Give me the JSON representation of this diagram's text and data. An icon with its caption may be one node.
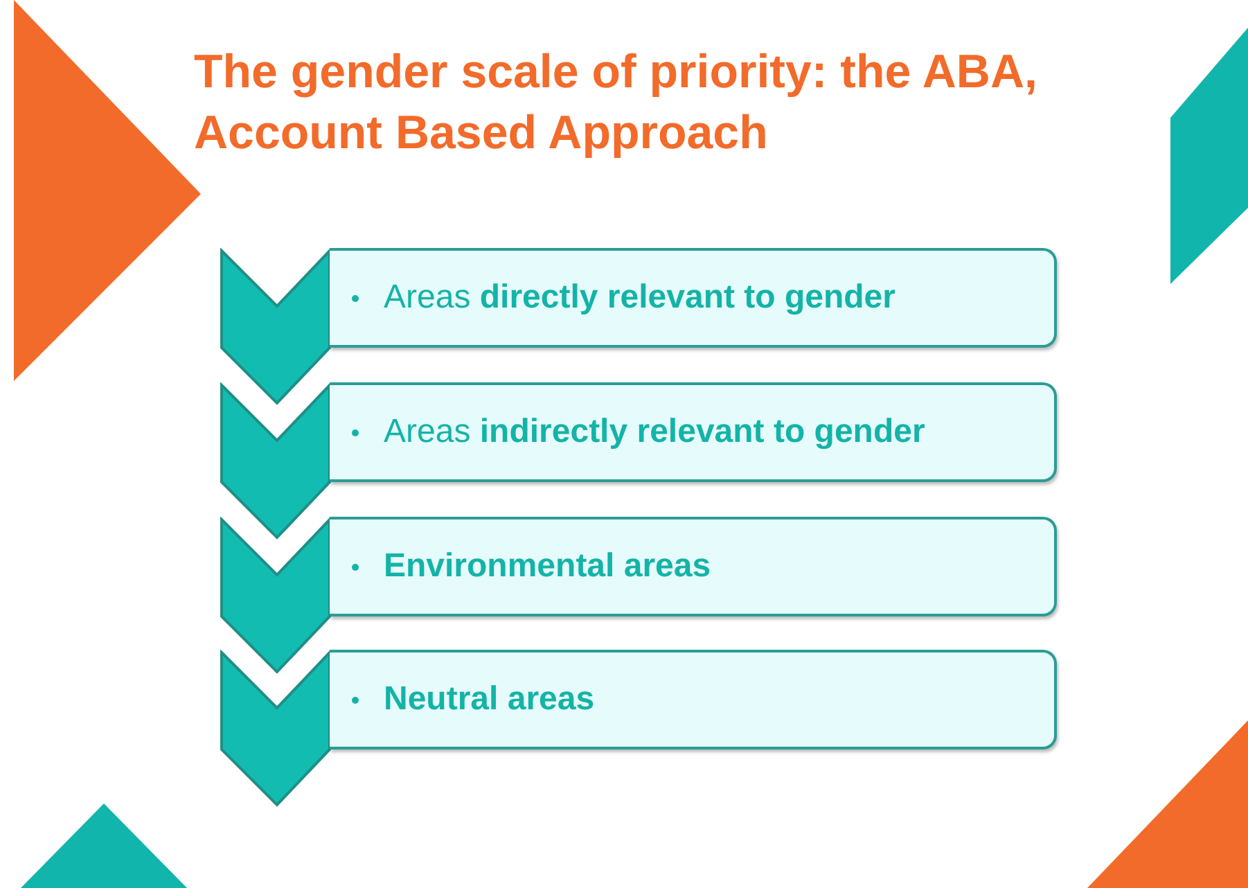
{
  "diagram": {
    "title": "The gender scale of priority: the ABA, Account Based Approach",
    "nodes": [
      {
        "text": [],
        "shape": "chevron"
      },
      {
        "text": [
          "Areas **directly relevant to gender**"
        ]
      },
      {
        "text": [],
        "shape": "chevron"
      },
      {
        "text": [
          "Areas **indirectly relevant to gender**"
        ]
      },
      {
        "text": [],
        "shape": "chevron"
      },
      {
        "text": [
          "Environmental areas"
        ]
      },
      {
        "text": [],
        "shape": "chevron"
      },
      {
        "text": [
          "Neutral areas"
        ]
      }
    ]
  }
}
